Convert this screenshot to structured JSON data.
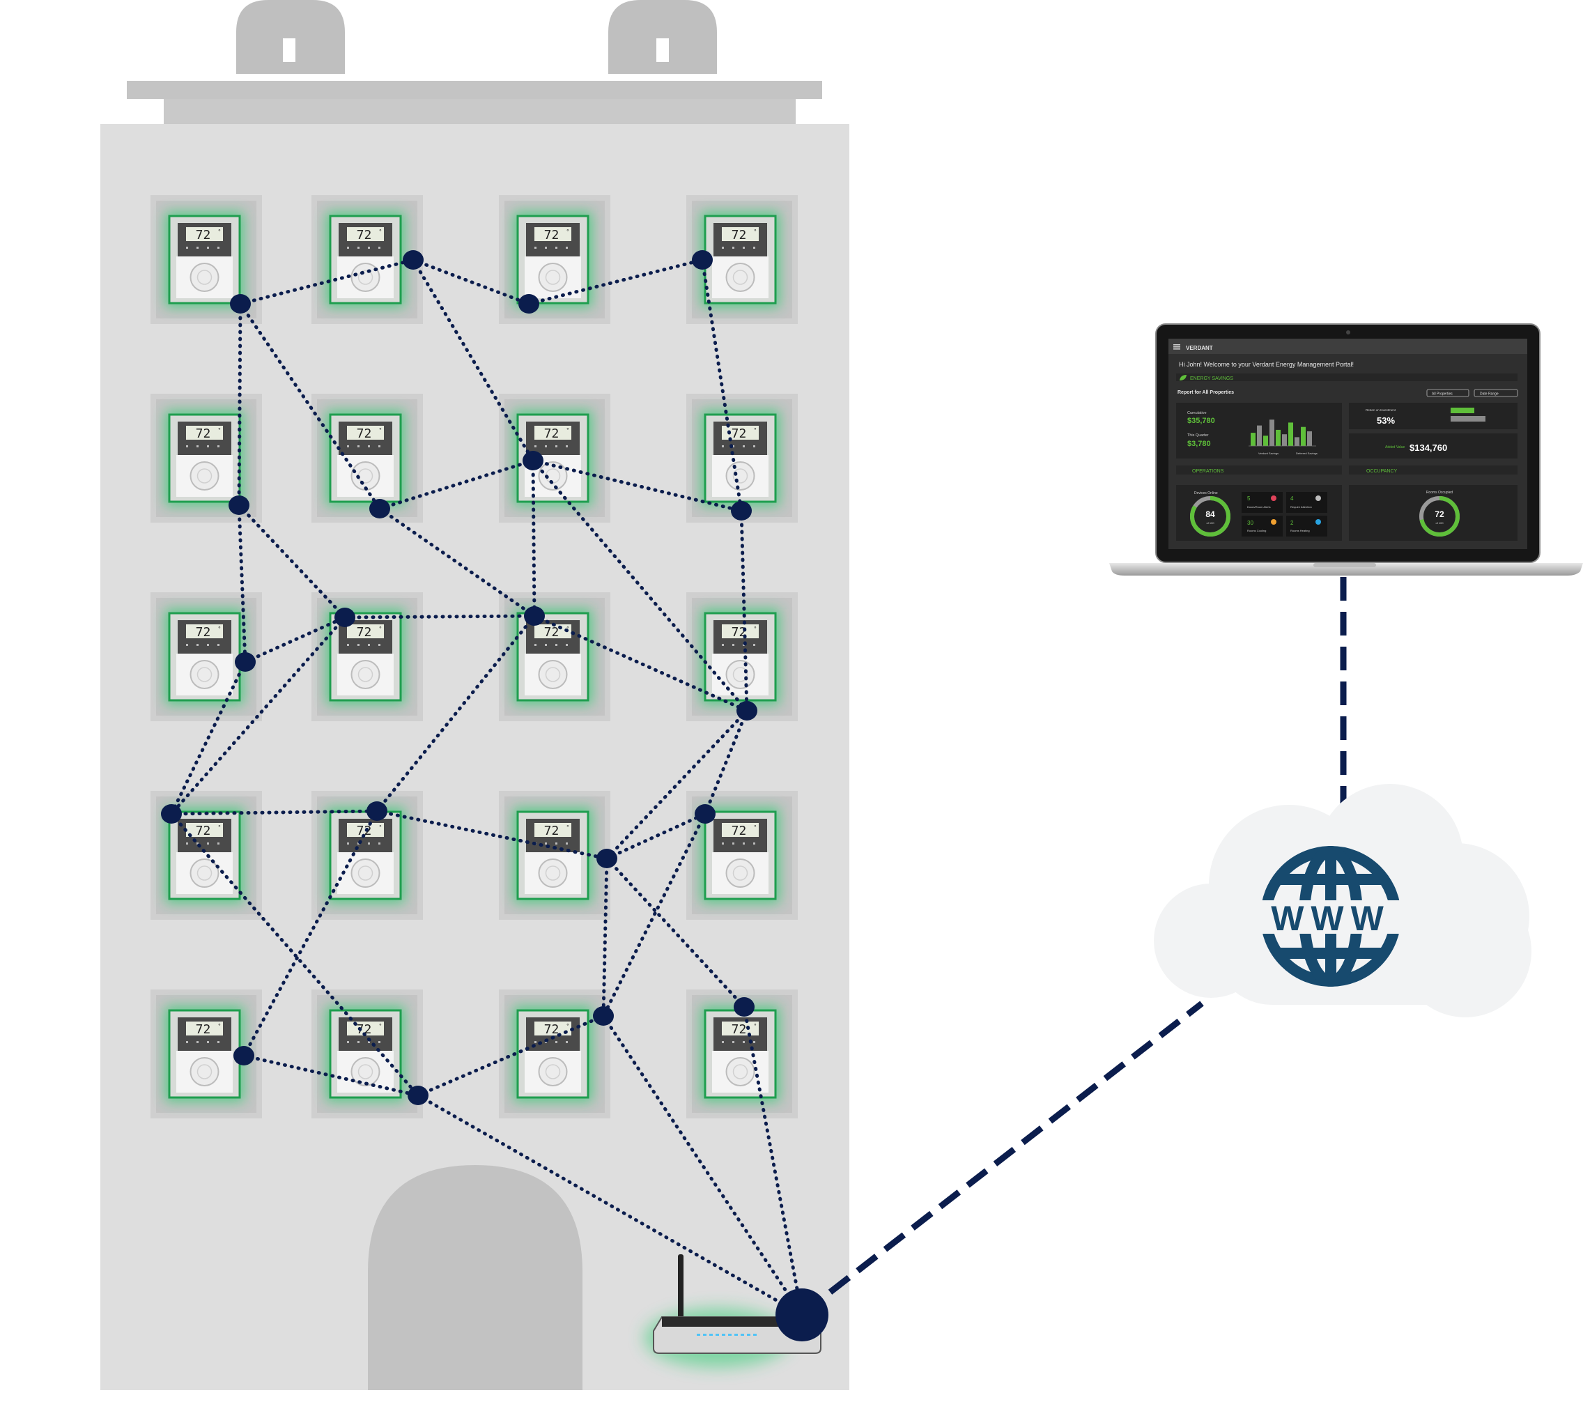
{
  "thermostat": {
    "temperature": "72",
    "degree": "°",
    "rows": 5,
    "cols": 4,
    "glow_color": "#2ecc71",
    "frame_color": "#1f9e4f"
  },
  "mesh": {
    "node_color": "#0b1d4d",
    "link_color": "#0b1d4d",
    "link_style": "dotted"
  },
  "router": {
    "icon": "wifi-router-icon",
    "led_color": "#4fc3f7"
  },
  "cloud": {
    "icon": "www-globe-icon",
    "label": "WWW",
    "globe_color": "#174a6e",
    "fill": "#f2f3f4"
  },
  "uplinks": {
    "color": "#0b1d4d",
    "style": "dashed"
  },
  "laptop": {
    "dashboard": {
      "brand": "VERDANT",
      "greeting": "Hi John! Welcome to your Verdant Energy Management Portal!",
      "energy_section": "ENERGY SAVINGS",
      "report_title": "Report for All Properties",
      "filter_button": "All Properties",
      "date_button": "Date Range",
      "cumulative_label": "Cumulative",
      "cumulative_value": "$35,780",
      "this_quarter_label": "This Quarter",
      "this_quarter_value": "$3,780",
      "chart_legend_1": "Verdant Savings",
      "chart_legend_2": "Deferred Savings",
      "percent_label": "Return on Investment",
      "percent_value": "53%",
      "added_label": "Added Value",
      "added_value": "$134,760",
      "operations_section": "OPERATIONS",
      "occupancy_section": "OCCUPANCY",
      "devices_online_label": "Devices Online",
      "devices_online_value": "84",
      "devices_online_sub": "of 100",
      "stat1_value": "5",
      "stat1_label": "Doors/Room Alerts",
      "stat2_value": "4",
      "stat2_label": "Require Attention",
      "stat3_value": "30",
      "stat3_label": "Rooms Cooling",
      "stat4_value": "2",
      "stat4_label": "Rooms Heating",
      "occupied_label": "Rooms Occupied",
      "occupied_value": "72",
      "occupied_sub": "of 100",
      "accent": "#5fbf3a",
      "bar_green": "#5fbf3a",
      "bar_gray": "#8a8a8a"
    }
  }
}
